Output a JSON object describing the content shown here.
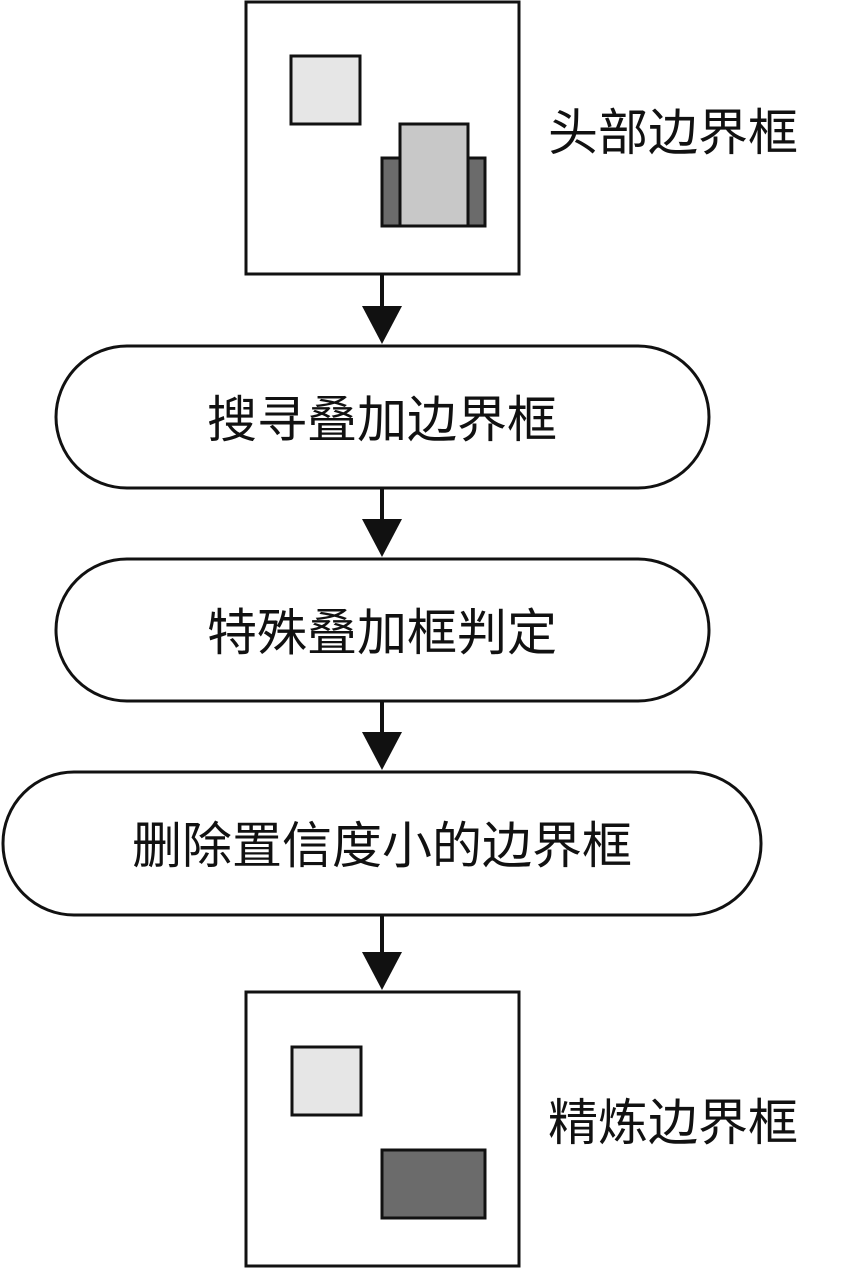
{
  "diagram": {
    "input_label": "头部边界框",
    "steps": [
      "搜寻叠加边界框",
      "特殊叠加框判定",
      "删除置信度小的边界框"
    ],
    "output_label": "精炼边界框"
  },
  "colors": {
    "stroke": "#111111",
    "box_light": "#e6e6e6",
    "box_medium": "#c8c8c8",
    "box_dark": "#6b6b6b",
    "background": "#ffffff"
  }
}
